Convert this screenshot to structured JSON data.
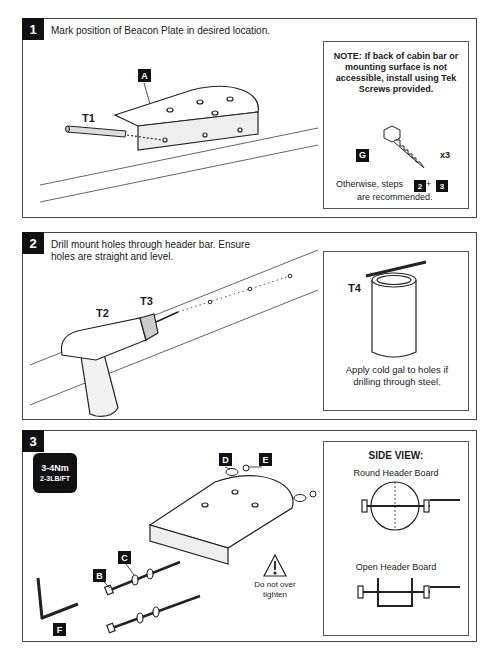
{
  "diagram": {
    "nodes": [
      {
        "text": [
          "Mark position of Beacon Plate in desired location."
        ]
      },
      {
        "text": [
          "1"
        ],
        "in": 0
      },
      {
        "text": [
          "A"
        ],
        "in": 0
      },
      {
        "text": [
          "NOTE:",
          "If back of cabin bar or mounting surface is not accessible, install using Tek Screws provided."
        ],
        "in": 0
      },
      {
        "text": [
          "G"
        ],
        "in": 3
      },
      {
        "text": [
          "2"
        ],
        "in": 3
      },
      {
        "text": [
          "3"
        ],
        "in": 3
      },
      {
        "text": [
          "Drill mount holes through header bar. Ensure holes are straight and level."
        ]
      },
      {
        "text": [
          "2"
        ],
        "in": 7
      },
      {
        "text": [
          "T4",
          "Apply cold gal to holes if drilling through steel."
        ],
        "in": 7
      },
      {
        "text": []
      },
      {
        "text": [
          "3"
        ],
        "in": 10
      },
      {
        "text": [
          "3-4Nm",
          "2-3LB/FT"
        ],
        "in": 10
      },
      {
        "text": [
          "D"
        ],
        "in": 10
      },
      {
        "text": [
          "E"
        ],
        "in": 10
      },
      {
        "text": [
          "C"
        ],
        "in": 10
      },
      {
        "text": [
          "B"
        ],
        "in": 10
      },
      {
        "text": [
          "F"
        ],
        "in": 10
      },
      {
        "text": [
          "SIDE VIEW:",
          "Round Header Board",
          "Open Header Board"
        ],
        "in": 10
      }
    ],
    "labels": [
      "T1",
      "x3",
      "Otherwise, steps",
      "+",
      "are recommended.",
      "T3",
      "T2",
      "Do not over tighten"
    ]
  }
}
